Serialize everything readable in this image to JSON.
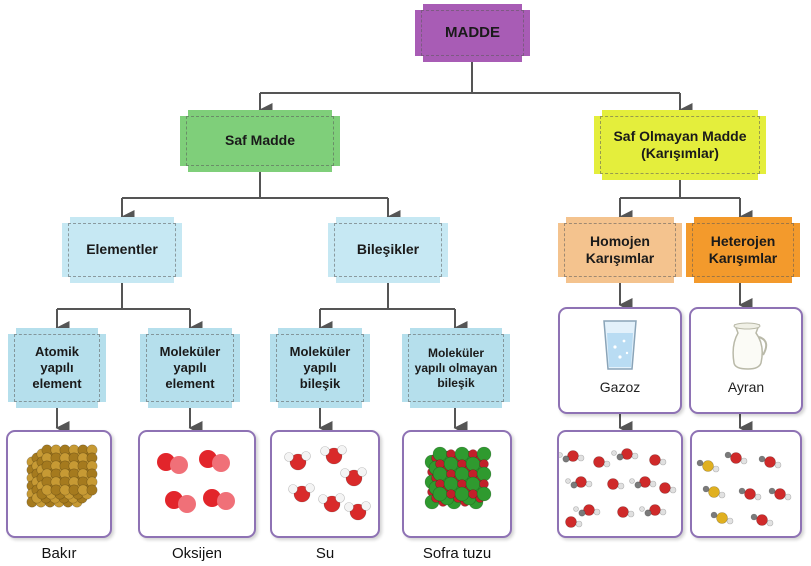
{
  "nodes": {
    "root": "MADDE",
    "pure": "Saf Madde",
    "impure_line1": "Saf Olmayan Madde",
    "impure_line2": "(Karışımlar)",
    "elements": "Elementler",
    "compounds": "Bileşikler",
    "homogeneous_line1": "Homojen",
    "homogeneous_line2": "Karışımlar",
    "heterogeneous_line1": "Heterojen",
    "heterogeneous_line2": "Karışımlar",
    "atomic_line1": "Atomik",
    "atomic_line2": "yapılı",
    "atomic_line3": "element",
    "molecular_el_line1": "Moleküler",
    "molecular_el_line2": "yapılı",
    "molecular_el_line3": "element",
    "molecular_comp_line1": "Moleküler",
    "molecular_comp_line2": "yapılı",
    "molecular_comp_line3": "bileşik",
    "nonmolecular_line1": "Moleküler",
    "nonmolecular_line2": "yapılı olmayan",
    "nonmolecular_line3": "bileşik"
  },
  "card_captions": {
    "gazoz": "Gazoz",
    "ayran": "Ayran"
  },
  "bottom_labels": {
    "bakir": "Bakır",
    "oksijen": "Oksijen",
    "su": "Su",
    "sofra_tuzu": "Sofra tuzu"
  },
  "colors": {
    "root": "#a85cb5",
    "pure": "#7fcf7a",
    "impure": "#e4ee3c",
    "level3": "#c6e8f3",
    "level4": "#b5dfec",
    "homogeneous": "#f4c38e",
    "heterogeneous": "#f39a2c",
    "card_border": "#8e72b4",
    "connector": "#555555"
  }
}
